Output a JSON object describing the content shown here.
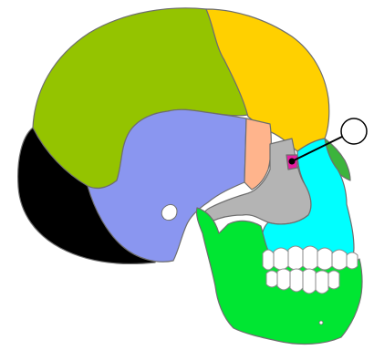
{
  "diagram": {
    "regions": [
      {
        "id": "parietal",
        "color": "#94c400"
      },
      {
        "id": "frontal",
        "color": "#ffd000"
      },
      {
        "id": "occipital",
        "color": "#000000"
      },
      {
        "id": "temporal",
        "color": "#8a96f0"
      },
      {
        "id": "sphenoid",
        "color": "#ffb48c"
      },
      {
        "id": "zygomatic",
        "color": "#b4b4b4"
      },
      {
        "id": "maxilla",
        "color": "#00ffff"
      },
      {
        "id": "mandible",
        "color": "#00e632"
      },
      {
        "id": "nasal",
        "color": "#3cb43c"
      },
      {
        "id": "lacrimal",
        "color": "#e61ea0"
      }
    ],
    "callout": {
      "marker": "empty-circle",
      "label": ""
    }
  }
}
